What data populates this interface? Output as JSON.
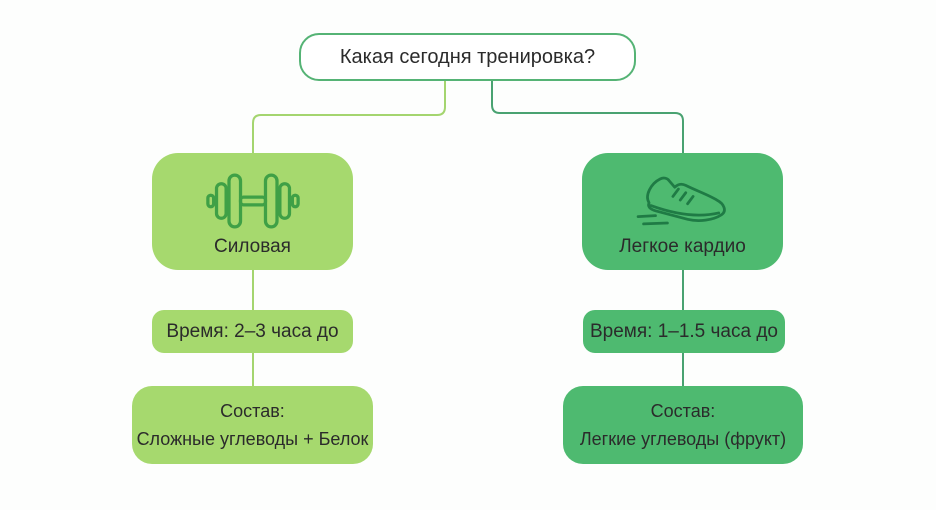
{
  "title": "Какая сегодня тренировка?",
  "branches": [
    {
      "name": "Силовая",
      "icon": "dumbbell-icon",
      "time": "Время: 2–3 часа до",
      "composition_title": "Состав:",
      "composition_value": "Сложные углеводы + Белок"
    },
    {
      "name": "Легкое кардио",
      "icon": "running-shoe-icon",
      "time": "Время: 1–1.5 часа до",
      "composition_title": "Состав:",
      "composition_value": "Легкие углеводы (фрукт)"
    }
  ],
  "colors": {
    "light_green": "#a6d96e",
    "medium_green": "#4eba70",
    "root_border_green": "#55b375",
    "left_connector": "#a4d56f",
    "right_connector": "#49a271",
    "dumbbell_stroke": "#3fa046",
    "shoe_stroke": "#1f7b45",
    "text_dark": "#2b2b2b"
  }
}
